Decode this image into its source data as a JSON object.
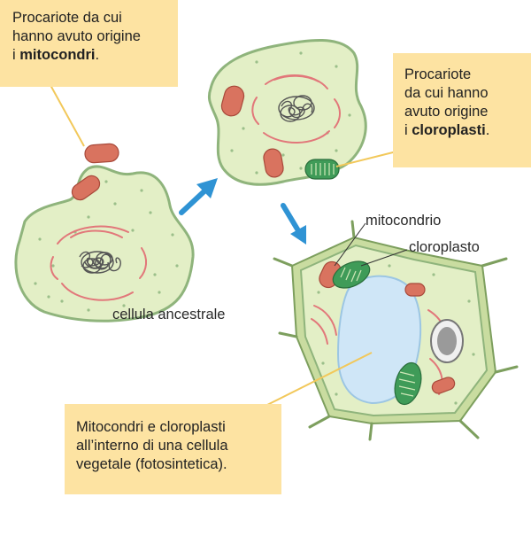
{
  "callouts": {
    "mito_origin": {
      "line1": "Procariote da cui",
      "line2": "hanno avuto origine",
      "line3_prefix": "i ",
      "line3_bold": "mitocondri",
      "line3_suffix": "."
    },
    "chloro_origin": {
      "line1": "Procariote",
      "line2": "da cui hanno",
      "line3": "avuto origine",
      "line4_prefix": "i ",
      "line4_bold": "cloroplasti",
      "line4_suffix": "."
    },
    "plant_cell": {
      "line1": "Mitocondri e cloroplasti",
      "line2": "all’interno di una cellula",
      "line3": "vegetale (fotosintetica)."
    }
  },
  "labels": {
    "ancestral_cell": "cellula ancestrale",
    "mitochondrion": "mitocondrio",
    "chloroplast": "cloroplasto"
  },
  "colors": {
    "callout_bg": "#fde3a2",
    "cytoplasm": "#e3efc6",
    "membrane": "#8fb47c",
    "mitochondrion": "#d9735f",
    "chloroplast": "#3f9b58",
    "vacuole": "#cfe6f7",
    "arrow": "#2f93d4",
    "nucleoid": "#555555",
    "cell_wall": "#c9dca0"
  }
}
